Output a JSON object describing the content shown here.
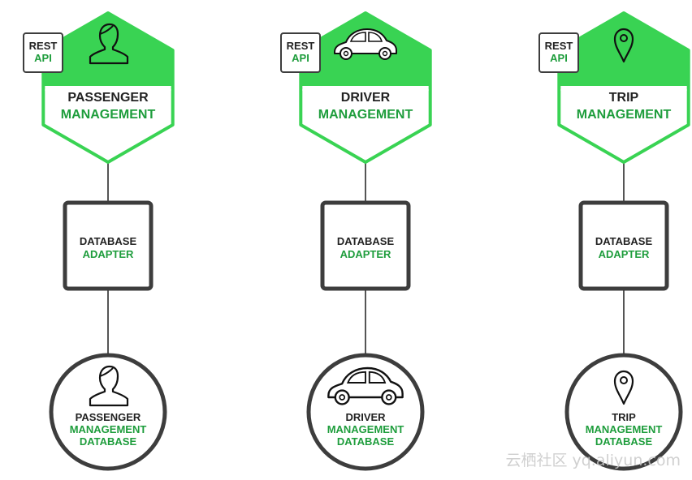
{
  "colors": {
    "green": "#39d353",
    "text_green": "#1e9d3c",
    "border": "#3d3d3d",
    "text_dark": "#222222"
  },
  "services": [
    {
      "icon": "person-icon",
      "hex_line1": "PASSENGER",
      "hex_line2": "MANAGEMENT",
      "api_line1": "REST",
      "api_line2": "API",
      "adapter_line1": "DATABASE",
      "adapter_line2": "ADAPTER",
      "db_line1": "PASSENGER",
      "db_line2": "MANAGEMENT",
      "db_line3": "DATABASE"
    },
    {
      "icon": "car-icon",
      "hex_line1": "DRIVER",
      "hex_line2": "MANAGEMENT",
      "api_line1": "REST",
      "api_line2": "API",
      "adapter_line1": "DATABASE",
      "adapter_line2": "ADAPTER",
      "db_line1": "DRIVER",
      "db_line2": "MANAGEMENT",
      "db_line3": "DATABASE"
    },
    {
      "icon": "map-pin-icon",
      "hex_line1": "TRIP",
      "hex_line2": "MANAGEMENT",
      "api_line1": "REST",
      "api_line2": "API",
      "adapter_line1": "DATABASE",
      "adapter_line2": "ADAPTER",
      "db_line1": "TRIP",
      "db_line2": "MANAGEMENT",
      "db_line3": "DATABASE"
    }
  ],
  "watermark": "云栖社区 yq.aliyun.com"
}
